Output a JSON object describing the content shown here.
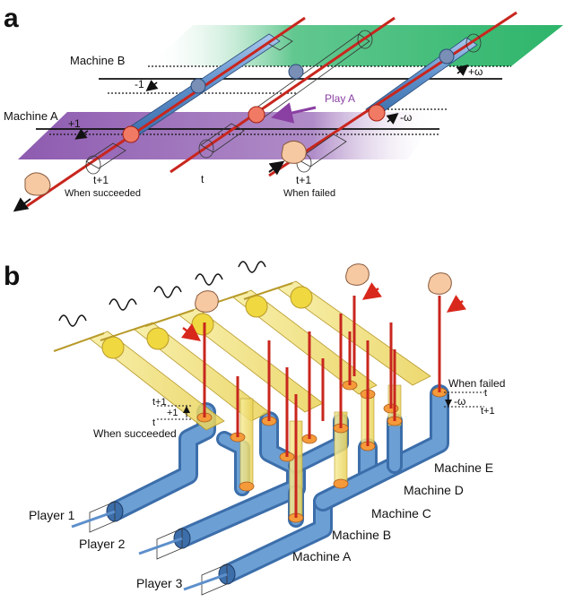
{
  "panel_a": {
    "letter": "a",
    "machine_b": "Machine B",
    "machine_a": "Machine A",
    "minus_one": "-1",
    "plus_one": "+1",
    "plus_omega": "+ω",
    "minus_omega": "-ω",
    "play_a": "Play A",
    "t_plus_1_left": "t+1",
    "when_succeeded": "When succeeded",
    "t_mid": "t",
    "t_plus_1_right": "t+1",
    "when_failed": "When failed"
  },
  "panel_b": {
    "letter": "b",
    "when_failed": "When failed",
    "minus_omega": "-ω",
    "t_right": "t",
    "t_plus_1_right": "t+1",
    "t_plus_1_left": "t+1",
    "plus_one": "+1",
    "t_left": "t",
    "when_succeeded": "When succeeded",
    "players": [
      "Player 1",
      "Player 2",
      "Player 3"
    ],
    "machines": [
      "Machine E",
      "Machine D",
      "Machine C",
      "Machine B",
      "Machine A"
    ]
  },
  "colors": {
    "machine_b_plane": "#2db56a",
    "machine_a_plane": "#8e5bb0",
    "blue_tube": "#6c9fd4",
    "yellow_tube": "#f3e27a",
    "red_rod": "#c8261e",
    "play_arrow": "#8a3fa3"
  }
}
